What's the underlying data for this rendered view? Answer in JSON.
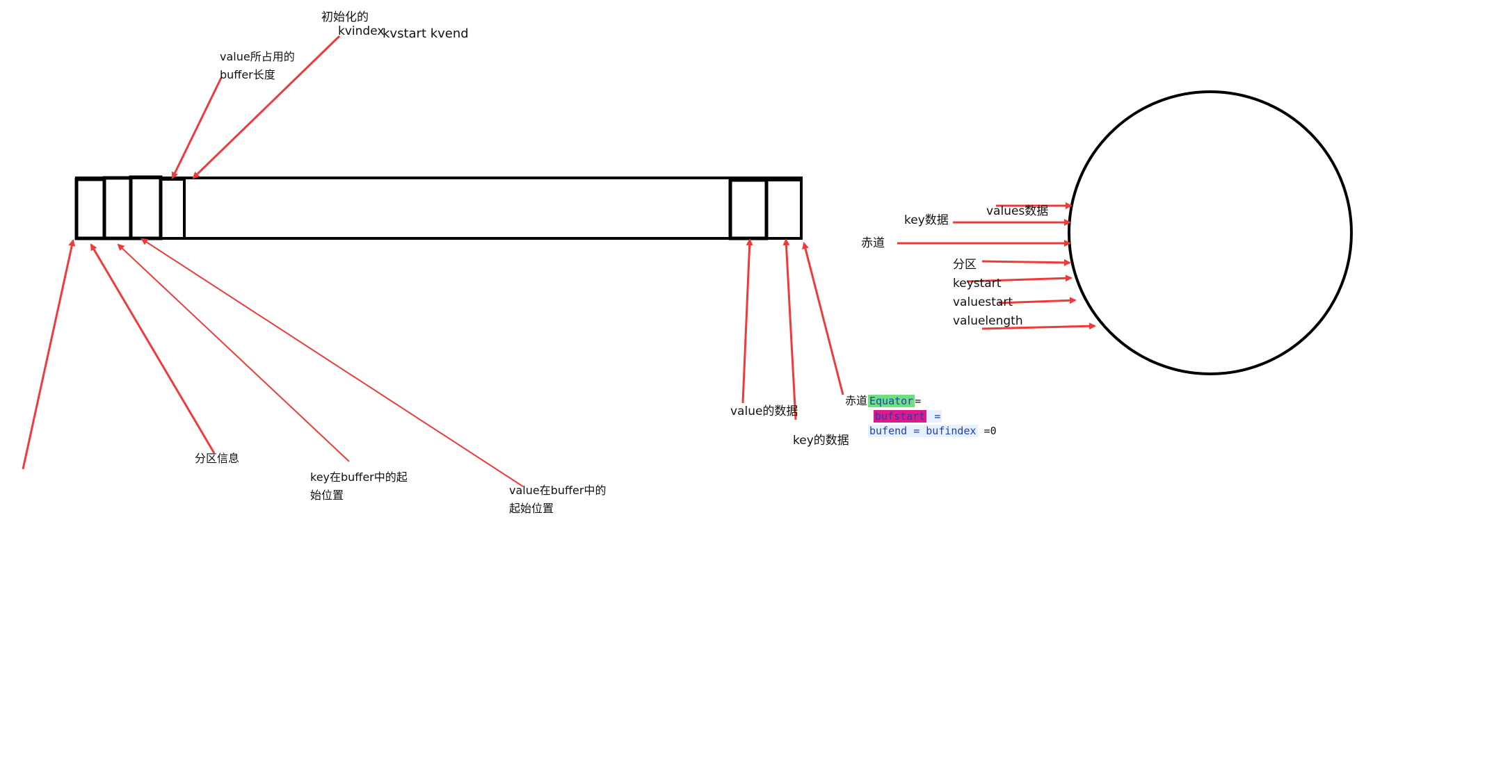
{
  "colors": {
    "arrow": "#f03a3a",
    "outline": "#000000",
    "code_text": "#1f3fb5",
    "equator_highlight": "#6fe07f",
    "bufstart_highlight": "#e0198a"
  },
  "labels": {
    "init_line1": "初始化的",
    "init_line2": "kvindex",
    "kvstart_kvend": "kvstart kvend",
    "value_len_line1": "value所占用的",
    "value_len_line2": "buffer长度",
    "partition_info": "分区信息",
    "key_start_line1": "key在buffer中的起",
    "key_start_line2": "始位置",
    "value_start_line1": "value在buffer中的",
    "value_start_line2": "起始位置",
    "value_data": "value的数据",
    "key_data_bottom": "key的数据",
    "equator_left": "赤道",
    "ring_values_data": "values数据",
    "ring_key_data": "key数据",
    "ring_equator": "赤道",
    "ring_partition": "分区",
    "ring_keystart": "keystart",
    "ring_valuestart": "valuestart",
    "ring_valuelength": "valuelength"
  },
  "code": {
    "equator": "Equator",
    "eq1": "=",
    "bufstart": "bufstart",
    "eq2": " =",
    "bufend_bufindex": "bufend = bufindex",
    "zero": " =0"
  }
}
